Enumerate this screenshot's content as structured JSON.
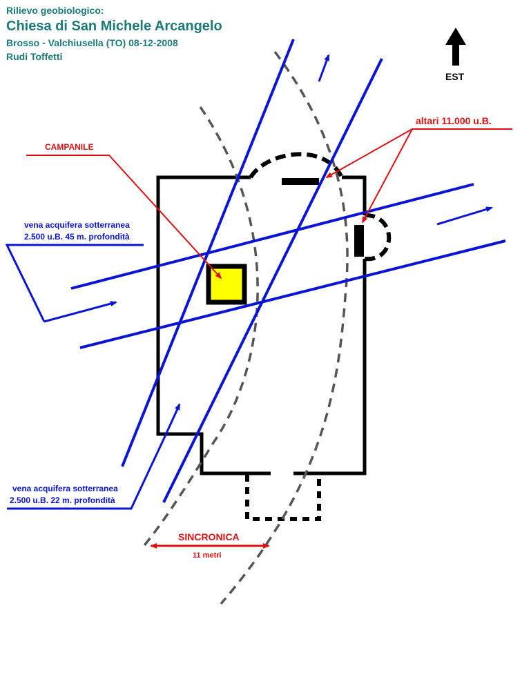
{
  "header": {
    "line1": "Rilievo geobiologico:",
    "line2": "Chiesa di San Michele Arcangelo",
    "line3": "Brosso - Valchiusella (TO)  08-12-2008",
    "line4": "Rudi Toffetti"
  },
  "compass": {
    "label": "EST",
    "icon": "north-arrow-icon"
  },
  "labels": {
    "campanile": "CAMPANILE",
    "altari": "altari 11.000 u.B.",
    "vena1_line1": "vena acquifera sotterranea",
    "vena1_line2": "2.500 u.B.   45 m. profondità",
    "vena2_line1": "vena acquifera sotterranea",
    "vena2_line2": "2.500 u.B.   22 m. profondità",
    "sincronica": "SINCRONICA",
    "metri": "11 metri"
  },
  "colors": {
    "header": "#1b7a7a",
    "water_vein": "#0a14d6",
    "annotation": "#e01010",
    "building": "#000000",
    "synchronic_line": "#555555",
    "bell_tower_fill": "#ffff00"
  }
}
